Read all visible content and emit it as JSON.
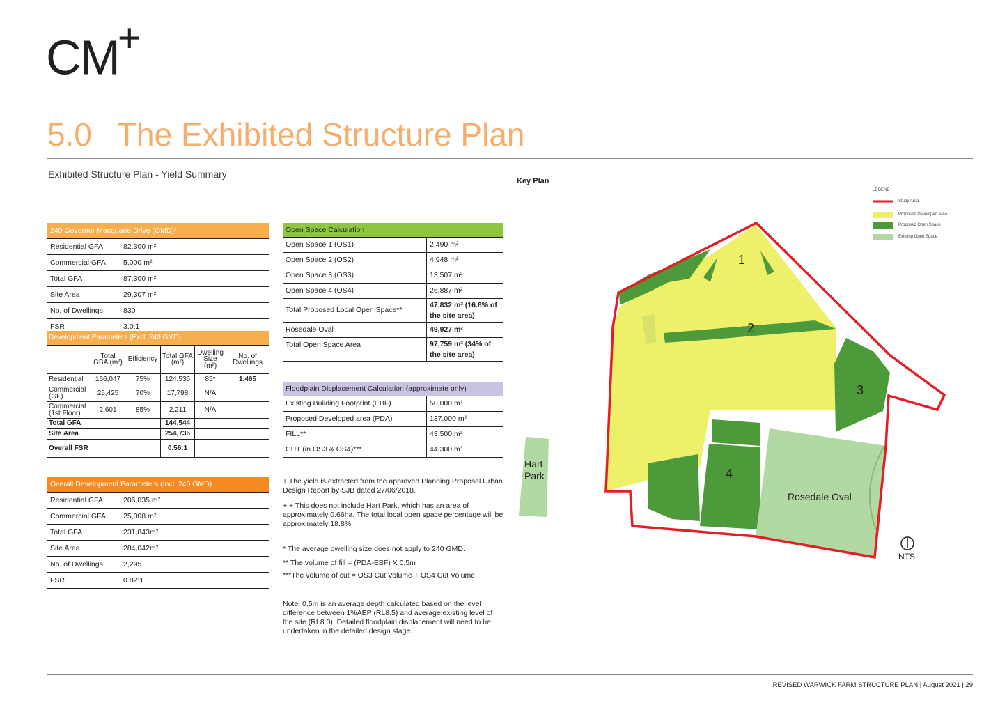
{
  "logo": {
    "text": "CM",
    "sup": "+"
  },
  "title": {
    "number": "5.0",
    "text": "The Exhibited Structure Plan"
  },
  "subtitle": "Exhibited Structure Plan - Yield Summary",
  "gmd_table": {
    "header": "240 Governor Macquarie Drive (GMD)*",
    "rows": [
      {
        "label": "Residential GFA",
        "value": "82,300 m²"
      },
      {
        "label": "Commercial GFA",
        "value": "5,000 m²"
      },
      {
        "label": "Total GFA",
        "value": "87,300 m²"
      },
      {
        "label": "Site Area",
        "value": "29,307 m²"
      },
      {
        "label": "No. of Dwellings",
        "value": "830"
      },
      {
        "label": "FSR",
        "value": "3.0:1"
      }
    ]
  },
  "dev_table": {
    "header": "Development Parameters (Excl. 240 GMD)",
    "columns": [
      "Total GBA (m²)",
      "Efficiency",
      "Total GFA (m²)",
      "Dwelling Size (m²)",
      "No. of Dwellings"
    ],
    "rows": [
      {
        "label": "Residential",
        "cells": [
          "166,047",
          "75%",
          "124,535",
          "85*",
          "1,465"
        ]
      },
      {
        "label": "Commercial (GF)",
        "cells": [
          "25,425",
          "70%",
          "17,798",
          "N/A",
          ""
        ]
      },
      {
        "label": "Commercial (1st Floor)",
        "cells": [
          "2,601",
          "85%",
          "2,211",
          "N/A",
          ""
        ]
      },
      {
        "label": "Total GFA",
        "cells": [
          "",
          "",
          "144,544",
          "",
          ""
        ]
      },
      {
        "label": "Site Area",
        "cells": [
          "",
          "",
          "254,735",
          "",
          ""
        ]
      },
      {
        "label": "Overall FSR",
        "cells": [
          "",
          "",
          "0.56:1",
          "",
          ""
        ]
      }
    ]
  },
  "overall_table": {
    "header": "Overall Development Parameters (Incl. 240 GMD)",
    "rows": [
      {
        "label": "Residential GFA",
        "value": "206,835 m²"
      },
      {
        "label": "Commercial GFA",
        "value": "25,008 m²"
      },
      {
        "label": "Total GFA",
        "value": "231,843m²"
      },
      {
        "label": "Site Area",
        "value": "284,042m²"
      },
      {
        "label": "No. of Dwellings",
        "value": "2,295"
      },
      {
        "label": "FSR",
        "value": "0.82:1"
      }
    ]
  },
  "open_space_table": {
    "header": "Open Space Calculation",
    "rows": [
      {
        "label": "Open Space 1 (OS1)",
        "value": "2,490 m²"
      },
      {
        "label": "Open Space 2 (OS2)",
        "value": "4,948 m²"
      },
      {
        "label": "Open Space 3 (OS3)",
        "value": "13,507 m²"
      },
      {
        "label": "Open Space 4 (OS4)",
        "value": "26,887 m²"
      },
      {
        "label": "Total Proposed Local Open Space**",
        "value": "47,832 m² (16.8% of the site area)"
      },
      {
        "label": "Rosedale Oval",
        "value": "49,927 m²"
      },
      {
        "label": "Total Open Space Area",
        "value": "97,759 m² (34% of the site area)"
      }
    ]
  },
  "floodplain_table": {
    "header": "Floodplain Displacement Calculation (approximate only)",
    "rows": [
      {
        "label": "Existing Building Footprint (EBF)",
        "value": "50,000 m²"
      },
      {
        "label": "Proposed Developed area (PDA)",
        "value": "137,000 m²"
      },
      {
        "label": "FILL**",
        "value": "43,500 m³"
      },
      {
        "label": "CUT (in OS3 & OS4)***",
        "value": "44,300 m³"
      }
    ]
  },
  "notes": {
    "plus1": "+ The yield is extracted from the approved Planning Proposal Urban Design Report by SJB dated 27/06/2018.",
    "plus2": "+ + This does not include Hart Park, which has an area of approximately 0.66ha. The total local open space percentage will be approximately 18.8%.",
    "star1": "* The average dwelling size does not apply to 240 GMD.",
    "star2": "** The volume of fill = (PDA-EBF) X 0.5m",
    "star3": "***The volume of cut = OS3 Cut Volume + OS4 Cut Volume",
    "note": "Note: 0.5m is an average depth calculated based on the level difference between 1%AEP (RL8.5) and average existing level of the site (RL8.0). Detailed floodplain displacement will need to be undertaken in the detailed design stage."
  },
  "key_plan": {
    "label": "Key Plan",
    "legend_title": "LEGEND",
    "legend": [
      {
        "label": "Study Area",
        "color": "#e31e24"
      },
      {
        "label": "Proposed Developed Area",
        "color": "#eef06a"
      },
      {
        "label": "Proposed Open Space",
        "color": "#4c9a3a"
      },
      {
        "label": "Existing Open Space",
        "color": "#b2d8a4"
      }
    ],
    "zone_labels": [
      "1",
      "2",
      "3",
      "4"
    ],
    "hart_park": "Hart Park",
    "rosedale": "Rosedale Oval",
    "nts": "NTS"
  },
  "footer": "REVISED WARWICK FARM STRUCTURE PLAN  |  August 2021 | 29"
}
